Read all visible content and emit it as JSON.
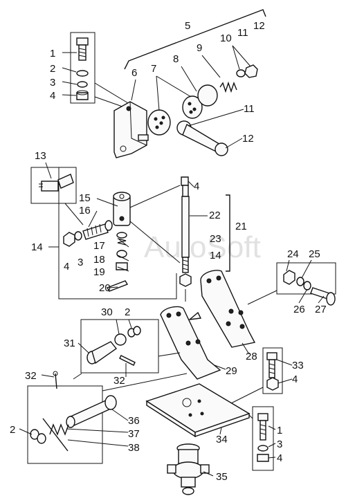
{
  "watermark": "AutoSoft",
  "labels": {
    "n1a": "1",
    "n2a": "2",
    "n3a": "3",
    "n4a": "4",
    "n5": "5",
    "n6": "6",
    "n7": "7",
    "n8": "8",
    "n9": "9",
    "n10": "10",
    "n11top": "11",
    "n12top": "12",
    "n11": "11",
    "n12": "12",
    "n13": "13",
    "n14": "14",
    "n15": "15",
    "n16": "16",
    "n4b": "4",
    "n3b": "3",
    "n17": "17",
    "n18": "18",
    "n19": "19",
    "n20": "20",
    "n4c": "4",
    "n22": "22",
    "n21": "21",
    "n23": "23",
    "n14b": "14",
    "n24": "24",
    "n25": "25",
    "n26": "26",
    "n27": "27",
    "n30": "30",
    "n2b": "2",
    "n31": "31",
    "n32a": "32",
    "n28": "28",
    "n29": "29",
    "n33": "33",
    "n4d": "4",
    "n32b": "32",
    "n2c": "2",
    "n36": "36",
    "n37": "37",
    "n38": "38",
    "n34": "34",
    "n1b": "1",
    "n3c": "3",
    "n4e": "4",
    "n35": "35"
  }
}
